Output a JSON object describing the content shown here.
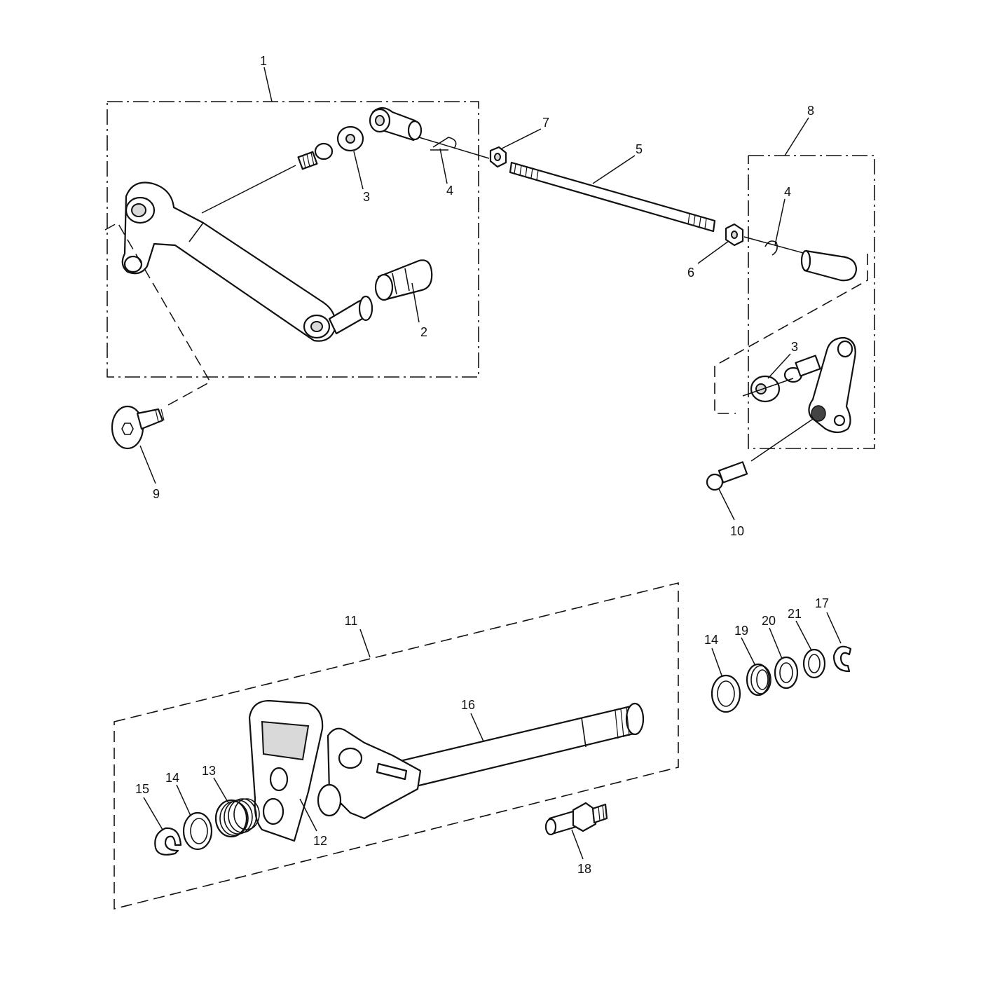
{
  "callouts": {
    "c1": "1",
    "c2": "2",
    "c3a": "3",
    "c3b": "3",
    "c4a": "4",
    "c4b": "4",
    "c5": "5",
    "c6": "6",
    "c7": "7",
    "c8": "8",
    "c9": "9",
    "c10": "10",
    "c11": "11",
    "c12": "12",
    "c13": "13",
    "c14a": "14",
    "c14b": "14",
    "c15": "15",
    "c16": "16",
    "c17": "17",
    "c18": "18",
    "c19": "19",
    "c20": "20",
    "c21": "21"
  }
}
